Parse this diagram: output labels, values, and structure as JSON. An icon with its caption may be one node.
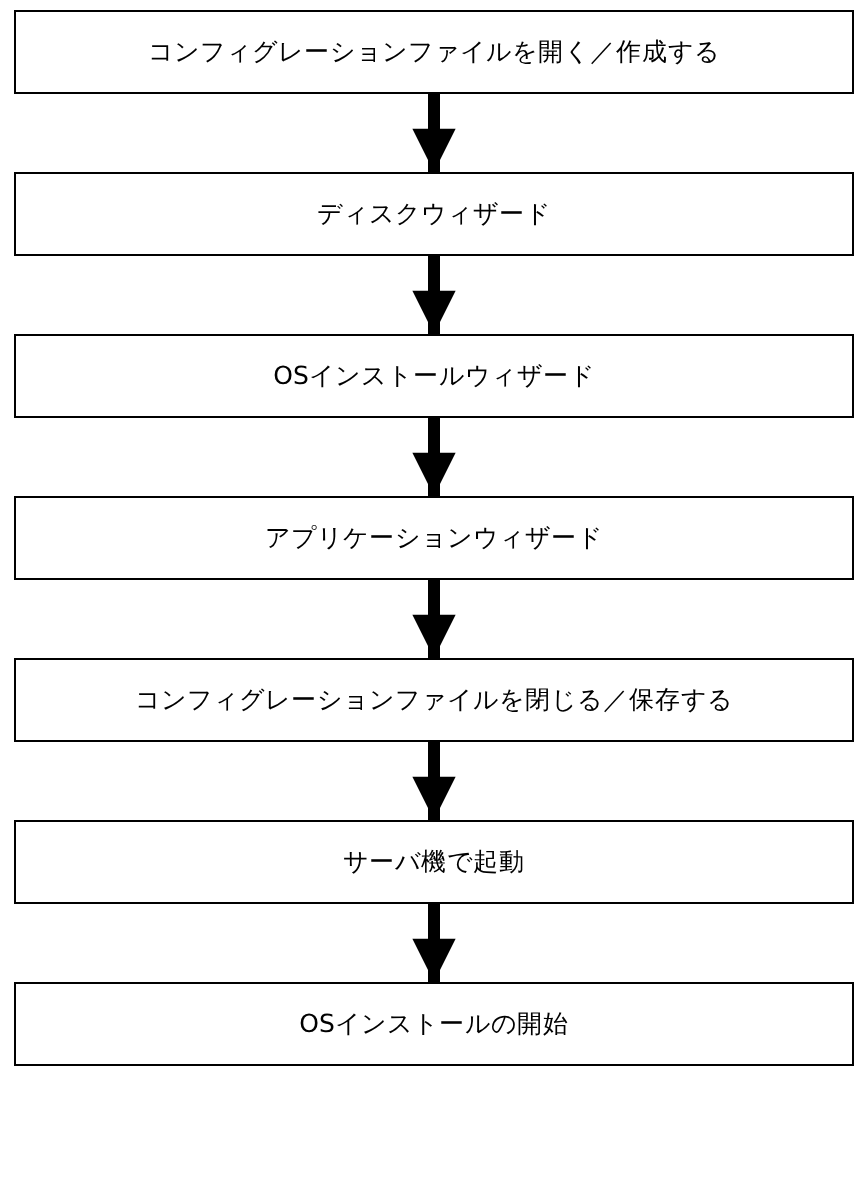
{
  "diagram": {
    "nodes": [
      {
        "text": [
          "コンフィグレーションファイルを開く／作成する"
        ]
      },
      {
        "text": [
          "ディスクウィザード"
        ]
      },
      {
        "text": [
          "OSインストールウィザード"
        ]
      },
      {
        "text": [
          "アプリケーションウィザード"
        ]
      },
      {
        "text": [
          "コンフィグレーションファイルを閉じる／保存する"
        ]
      },
      {
        "text": [
          "サーバ機で起動"
        ]
      },
      {
        "text": [
          "OSインストールの開始"
        ]
      }
    ],
    "edges": [
      {
        "from": 0,
        "to": 1,
        "arrow": "to"
      },
      {
        "from": 1,
        "to": 2,
        "arrow": "to"
      },
      {
        "from": 2,
        "to": 3,
        "arrow": "to"
      },
      {
        "from": 3,
        "to": 4,
        "arrow": "to"
      },
      {
        "from": 4,
        "to": 5,
        "arrow": "to"
      },
      {
        "from": 5,
        "to": 6,
        "arrow": "to"
      }
    ]
  }
}
